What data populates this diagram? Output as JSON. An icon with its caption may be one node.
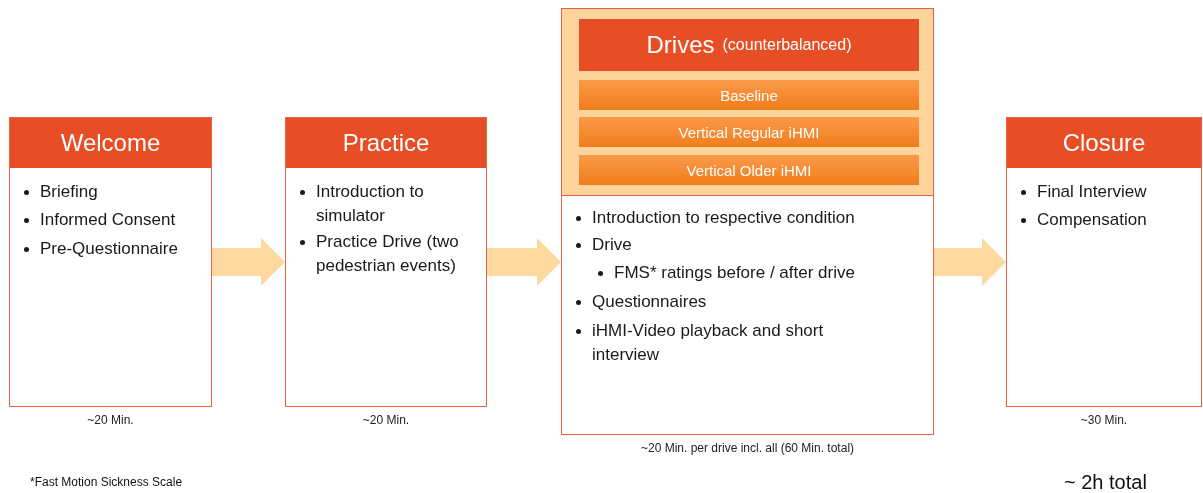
{
  "diagram": {
    "nodes": [
      {
        "text": [
          "Welcome",
          "Briefing",
          "Informed Consent",
          "Pre-Questionnaire"
        ],
        "beside": [
          "~20 Min."
        ]
      },
      {
        "text": [
          "Practice",
          "Introduction to simulator",
          "Practice Drive (two pedestrian events)"
        ],
        "beside": [
          "~20 Min."
        ]
      },
      {
        "text": [
          "Introduction to respective condition",
          "Drive",
          "FMS* ratings before / after drive",
          "Questionnaires",
          "iHMI-Video playback and short interview"
        ],
        "beside": [
          "~20 Min. per drive incl. all (60 Min. total)"
        ]
      },
      {
        "text": [
          "Drives",
          "(counterbalanced)"
        ],
        "in": 2
      },
      {
        "text": [
          "Baseline"
        ],
        "in": 2
      },
      {
        "text": [
          "Vertical Regular iHMI"
        ],
        "in": 2
      },
      {
        "text": [
          "Vertical Older iHMI"
        ],
        "in": 2
      },
      {
        "text": [
          "Closure",
          "Final Interview",
          "Compensation"
        ],
        "beside": [
          "~30 Min."
        ]
      }
    ],
    "edges": [
      {
        "from": 0,
        "to": 1,
        "arrow": "to"
      },
      {
        "from": 1,
        "to": 2,
        "arrow": "to"
      },
      {
        "from": 2,
        "to": 7,
        "arrow": "to"
      }
    ],
    "labels": [
      "*Fast Motion Sickness Scale",
      "~ 2h total"
    ]
  }
}
